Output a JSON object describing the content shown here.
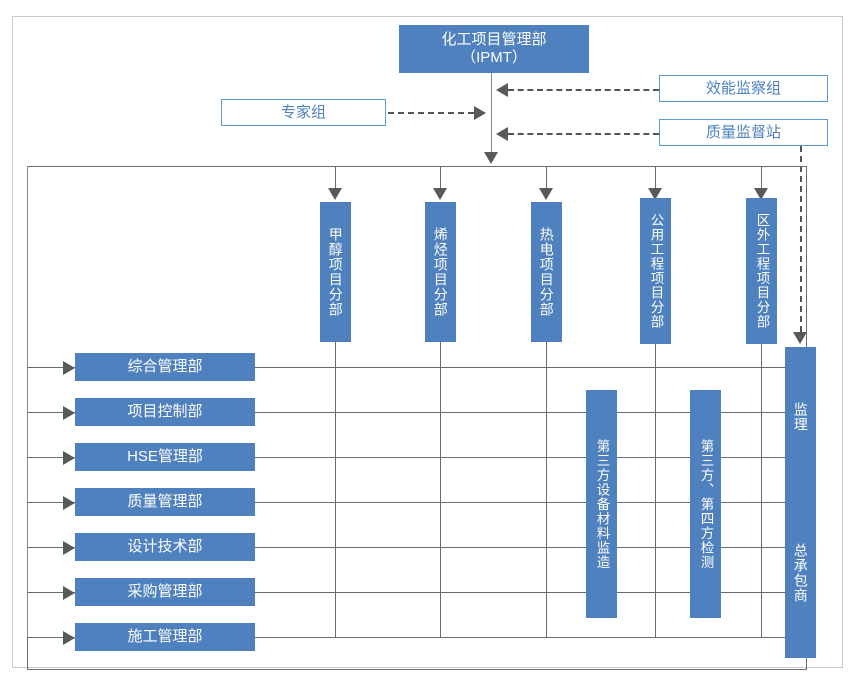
{
  "diagram": {
    "title_box": {
      "line1": "化工项目管理部",
      "line2": "（IPMT）"
    },
    "side_boxes": [
      {
        "label": "专家组",
        "style": "outline"
      },
      {
        "label": "效能监察组",
        "style": "outline"
      },
      {
        "label": "质量监督站",
        "style": "outline"
      }
    ],
    "project_units": [
      {
        "label": "甲醇项目分部"
      },
      {
        "label": "烯烃项目分部"
      },
      {
        "label": "热电项目分部"
      },
      {
        "label": "公用工程项目分部"
      },
      {
        "label": "区外工程项目分部"
      }
    ],
    "departments": [
      {
        "label": "综合管理部"
      },
      {
        "label": "项目控制部"
      },
      {
        "label": "HSE管理部"
      },
      {
        "label": "质量管理部"
      },
      {
        "label": "设计技术部"
      },
      {
        "label": "采购管理部"
      },
      {
        "label": "施工管理部"
      }
    ],
    "third_party": [
      {
        "label": "第三方设备材料监造"
      },
      {
        "label": "第三方、第四方检测"
      }
    ],
    "contractor_column": [
      {
        "label": "监理"
      },
      {
        "label": "总承包商"
      }
    ],
    "colors": {
      "fill_blue": "#4e81bd",
      "outline_blue": "#5b9bd5",
      "text_blue": "#4e81bd",
      "line_gray": "#6b6b6b",
      "arrow_gray": "#595959",
      "page_border": "#c9c9c9"
    }
  }
}
